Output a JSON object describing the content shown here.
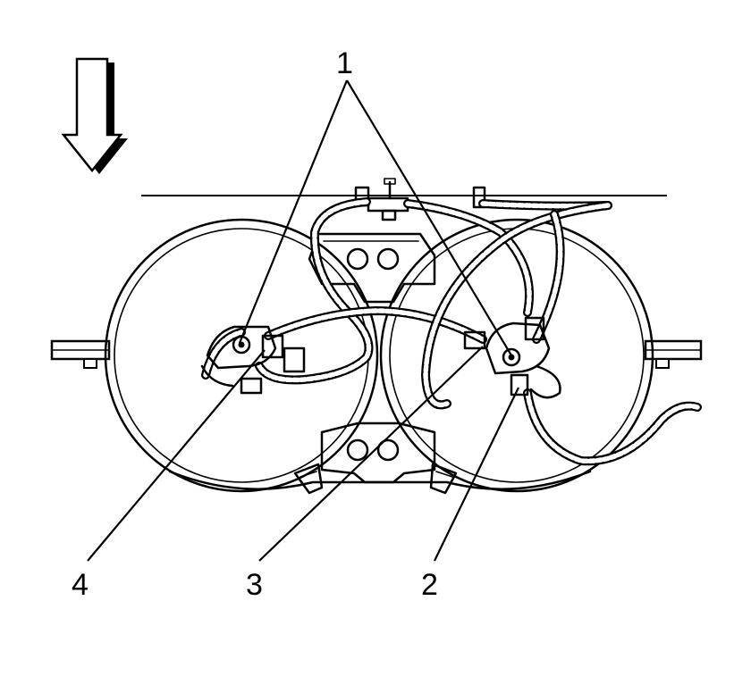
{
  "callouts": [
    {
      "id": "1",
      "label": "1"
    },
    {
      "id": "2",
      "label": "2"
    },
    {
      "id": "3",
      "label": "3"
    },
    {
      "id": "4",
      "label": "4"
    }
  ],
  "icons": {
    "direction_arrow": "down-arrow-icon"
  },
  "colors": {
    "line": "#000000",
    "background": "#ffffff"
  }
}
